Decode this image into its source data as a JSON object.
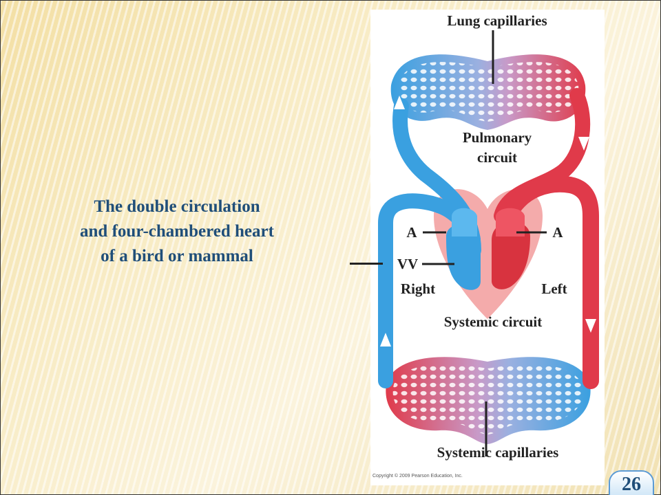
{
  "caption": {
    "line1": "The double circulation",
    "line2": "and four-chambered heart",
    "line3": "of a bird or mammal"
  },
  "figure": {
    "labels": {
      "lung_capillaries": "Lung capillaries",
      "pulmonary_1": "Pulmonary",
      "pulmonary_2": "circuit",
      "atrium_right": "A",
      "atrium_left": "A",
      "ventricles": "VV",
      "right": "Right",
      "left": "Left",
      "systemic_circuit": "Systemic circuit",
      "systemic_capillaries": "Systemic capillaries"
    },
    "copyright": "Copyright © 2009 Pearson Education, Inc."
  },
  "slide_number": "26",
  "colors": {
    "caption": "#1f4e79",
    "oxygen_poor": "#3aa0e0",
    "oxygen_rich": "#e03a4a"
  }
}
